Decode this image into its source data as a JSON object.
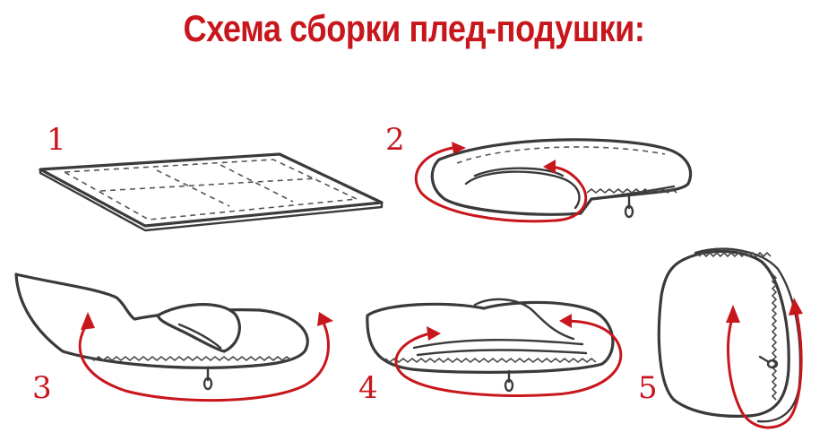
{
  "title": "Схема сборки плед-подушки:",
  "steps": [
    {
      "number": "1"
    },
    {
      "number": "2"
    },
    {
      "number": "3"
    },
    {
      "number": "4"
    },
    {
      "number": "5"
    }
  ],
  "colors": {
    "accent": "#c8161d",
    "outline": "#3a3a3a"
  }
}
